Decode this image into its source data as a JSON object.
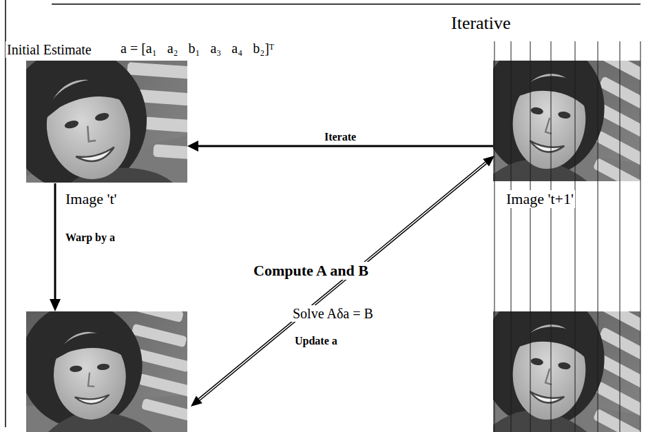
{
  "diagram": {
    "title": "Iterative",
    "nodes": [
      {
        "text": [
          "Image 't'"
        ]
      },
      {
        "text": [
          "Image 't+1'"
        ]
      }
    ],
    "edges": [
      {
        "from": 1,
        "to": 0,
        "label": "Iterate",
        "arrow": "to"
      }
    ],
    "labels": [
      "Initial Estimate",
      "a = [a₁   a₂   b₁   a₃   a₄   b₂]ᵀ",
      "Warp by a",
      "Compute A and B",
      "Solve Aδa = B",
      "Update a"
    ]
  }
}
